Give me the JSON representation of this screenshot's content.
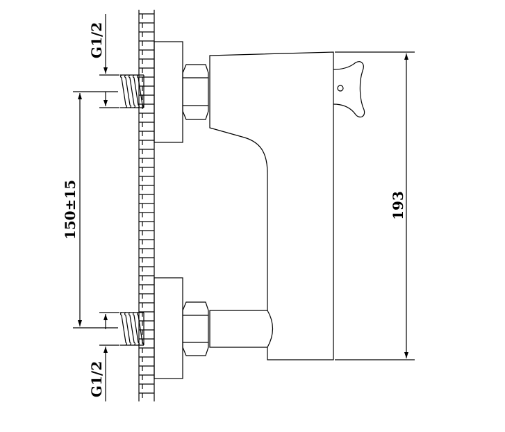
{
  "dimensions": {
    "height": "193",
    "inlet_spacing": "150±15",
    "thread_top": "G1/2",
    "thread_bottom": "G1/2"
  },
  "colors": {
    "line": "#000000",
    "background": "#ffffff"
  }
}
